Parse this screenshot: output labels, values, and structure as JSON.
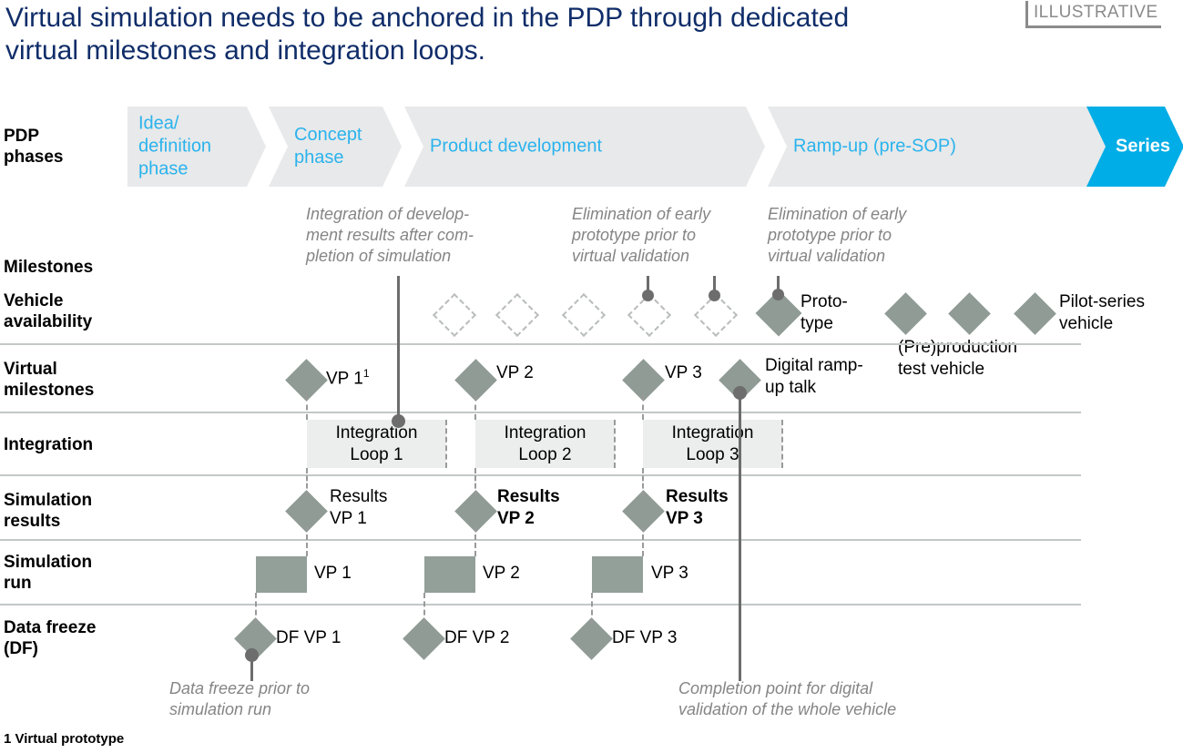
{
  "header": {
    "title": "Virtual simulation needs to be anchored in the PDP through dedicated virtual milestones and integration loops.",
    "badge": "ILLUSTRATIVE",
    "title_color": "#102d69",
    "badge_color": "#8b8b8b"
  },
  "pdp": {
    "row_label": "PDP\nphases",
    "accent_color": "#00ade6",
    "phase_bg": "#e8e9ea",
    "phase_text_color": "#2bb3ec",
    "phases": [
      {
        "label": "Idea/\ndefinition\nphase",
        "highlight": false
      },
      {
        "label": "Concept\nphase",
        "highlight": false
      },
      {
        "label": "Product development",
        "highlight": false
      },
      {
        "label": "Ramp-up (pre-SOP)",
        "highlight": false
      },
      {
        "label": "Series",
        "highlight": true
      }
    ]
  },
  "rows": {
    "milestones": "Milestones",
    "vehicle_availability": "Vehicle\navailability",
    "virtual_milestones": "Virtual\nmilestones",
    "integration": "Integration",
    "simulation_results": "Simulation\nresults",
    "simulation_run": "Simulation\nrun",
    "data_freeze": "Data freeze\n(DF)"
  },
  "milestone_notes": [
    {
      "text": "Integration of develop-\nment results after com-\npletion of simulation"
    },
    {
      "text": "Elimination of early\nprototype prior to\nvirtual validation"
    },
    {
      "text": "Elimination of early\nprototype prior to\nvirtual validation"
    }
  ],
  "vehicle_availability": {
    "ghost_diamonds": 5,
    "solid_diamonds": 4,
    "labels": [
      {
        "text": "Proto-\ntype"
      },
      {
        "text": "(Pre)production\ntest vehicle"
      },
      {
        "text": "Pilot-series\nvehicle"
      }
    ]
  },
  "virtual_milestones": [
    {
      "label": "VP 1",
      "footnote_marker": "1",
      "bold": false
    },
    {
      "label": "VP 2",
      "footnote_marker": "",
      "bold": false
    },
    {
      "label": "VP 3",
      "footnote_marker": "",
      "bold": false
    },
    {
      "label": "Digital ramp-\nup talk",
      "footnote_marker": "",
      "bold": false
    }
  ],
  "integration_loops": [
    {
      "label": "Integration\nLoop 1"
    },
    {
      "label": "Integration\nLoop 2"
    },
    {
      "label": "Integration\nLoop 3"
    }
  ],
  "simulation_results": [
    {
      "label": "Results\nVP 1",
      "bold": false
    },
    {
      "label": "Results\nVP 2",
      "bold": true
    },
    {
      "label": "Results\nVP 3",
      "bold": true
    }
  ],
  "simulation_run": [
    {
      "label": "VP 1"
    },
    {
      "label": "VP 2"
    },
    {
      "label": "VP 3"
    }
  ],
  "data_freeze": [
    {
      "label": "DF VP 1"
    },
    {
      "label": "DF VP 2"
    },
    {
      "label": "DF VP 3"
    }
  ],
  "bottom_notes": [
    {
      "text": "Data freeze prior to\nsimulation run"
    },
    {
      "text": "Completion point for digital\nvalidation of the whole vehicle"
    }
  ],
  "footnote": "1 Virtual prototype",
  "colors": {
    "diamond_solid": "#8f9b94",
    "diamond_ghost_border": "#b9bdbb",
    "connector": "#6d6d6d",
    "dashed": "#9a9a9a",
    "loop_bg": "#eceded",
    "sim_bar": "#93a09a",
    "separator": "#c3c7c8"
  }
}
